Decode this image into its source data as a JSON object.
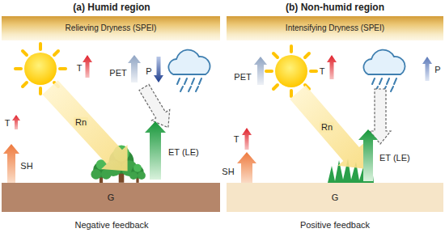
{
  "diagram": {
    "nodes": [
      {
        "text": [
          "Relieving Dryness (SPEI)"
        ]
      },
      {
        "text": [
          "Intensifying Dryness (SPEI)"
        ]
      },
      {
        "text": [
          "G"
        ]
      },
      {
        "text": [
          "G"
        ]
      }
    ],
    "labels": [
      "(a) Humid region",
      "(b) Non-humid region",
      "T",
      "PET",
      "P",
      "T",
      "Rn",
      "SH",
      "ET (LE)",
      "Negative feedback",
      "PET",
      "T",
      "P",
      "T",
      "Rn",
      "SH",
      "ET (LE)",
      "Positive feedback"
    ]
  }
}
